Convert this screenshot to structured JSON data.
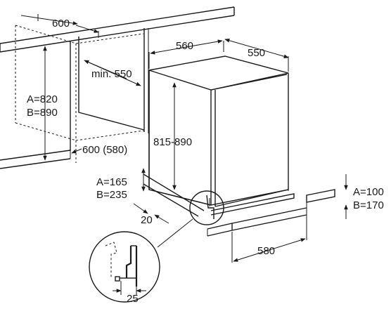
{
  "labels": {
    "cabinet_width": "600",
    "min_depth": "min. 550",
    "niche_height_a": "A=820",
    "niche_height_b": "B=890",
    "cabinet_depth": "600 (580)",
    "appliance_width": "560",
    "appliance_depth": "550",
    "appliance_height": "815-890",
    "plinth_a": "A=165",
    "plinth_b": "B=235",
    "plinth_offset": "20",
    "kick_a": "A=100",
    "kick_b": "B=170",
    "plinth_depth": "580",
    "detail_gap": "25"
  }
}
